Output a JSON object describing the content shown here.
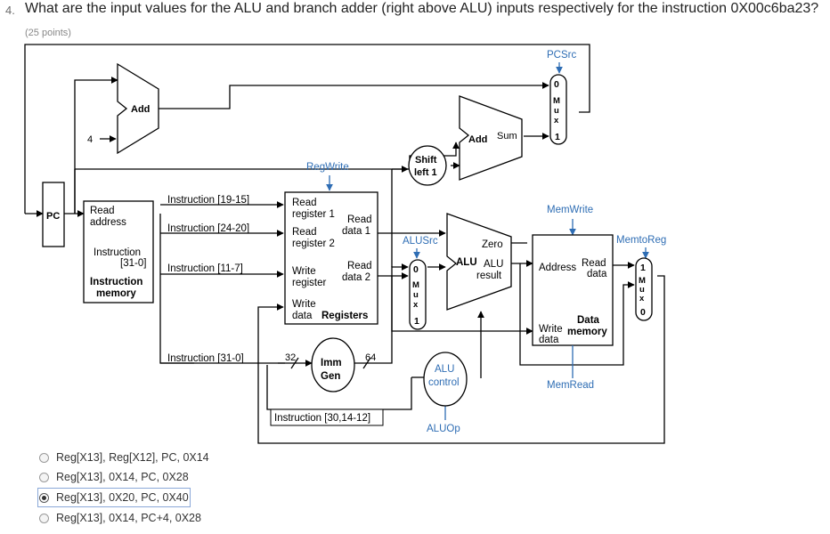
{
  "question": {
    "number": "4.",
    "text": "What are the input values for the ALU and branch adder (right above ALU) inputs respectively for the instruction 0X00c6ba23?",
    "points": "(25 points)"
  },
  "diagram": {
    "pcsrc": "PCSrc",
    "regwrite": "RegWrite",
    "memwrite": "MemWrite",
    "memtoreg": "MemtoReg",
    "alusrc": "ALUSrc",
    "memread": "MemRead",
    "aluop": "ALUOp",
    "add1": "Add",
    "add2": "Add",
    "sum": "Sum",
    "four": "4",
    "pc": "PC",
    "shift1": "Shift",
    "shift2": "left 1",
    "im_read1": "Read",
    "im_read2": "address",
    "im_instr1": "Instruction",
    "im_instr2": "[31-0]",
    "im_title1": "Instruction",
    "im_title2": "memory",
    "ins_19_15": "Instruction [19-15]",
    "ins_24_20": "Instruction [24-20]",
    "ins_11_7": "Instruction [11-7]",
    "ins_31_0": "Instruction [31-0]",
    "ins_30_14_12": "Instruction [30,14-12]",
    "rf_rr1a": "Read",
    "rf_rr1b": "register 1",
    "rf_rr2a": "Read",
    "rf_rr2b": "register 2",
    "rf_wra": "Write",
    "rf_wrb": "register",
    "rf_wda": "Write",
    "rf_wdb": "data",
    "rf_title": "Registers",
    "rf_rd1a": "Read",
    "rf_rd1b": "data 1",
    "rf_rd2a": "Read",
    "rf_rd2b": "data 2",
    "alu_main": "ALU",
    "alu_zero": "Zero",
    "alu_alu": "ALU",
    "alu_result": "result",
    "alu_ctrl1": "ALU",
    "alu_ctrl2": "control",
    "imm1": "Imm",
    "imm2": "Gen",
    "w32": "32",
    "w64": "64",
    "dm_address": "Address",
    "dm_read1": "Read",
    "dm_read2": "data",
    "dm_title1": "Data",
    "dm_title2": "memory",
    "dm_write1": "Write",
    "dm_write2": "data",
    "mux_top": [
      "0",
      "M",
      "u",
      "x",
      "1"
    ],
    "mux_alu": [
      "0",
      "M",
      "u",
      "x",
      "1"
    ],
    "mux_mem": [
      "1",
      "M",
      "u",
      "x",
      "0"
    ]
  },
  "options": [
    {
      "label": "Reg[X13], Reg[X12], PC, 0X14",
      "selected": false
    },
    {
      "label": "Reg[X13], 0X14, PC, 0X28",
      "selected": false
    },
    {
      "label": "Reg[X13], 0X20, PC, 0X40",
      "selected": true
    },
    {
      "label": "Reg[X13], 0X14, PC+4, 0X28",
      "selected": false
    }
  ],
  "colors": {
    "control_signal": "#2e6db4",
    "wire": "#000000",
    "selection_outline": "#8aa8d8"
  }
}
